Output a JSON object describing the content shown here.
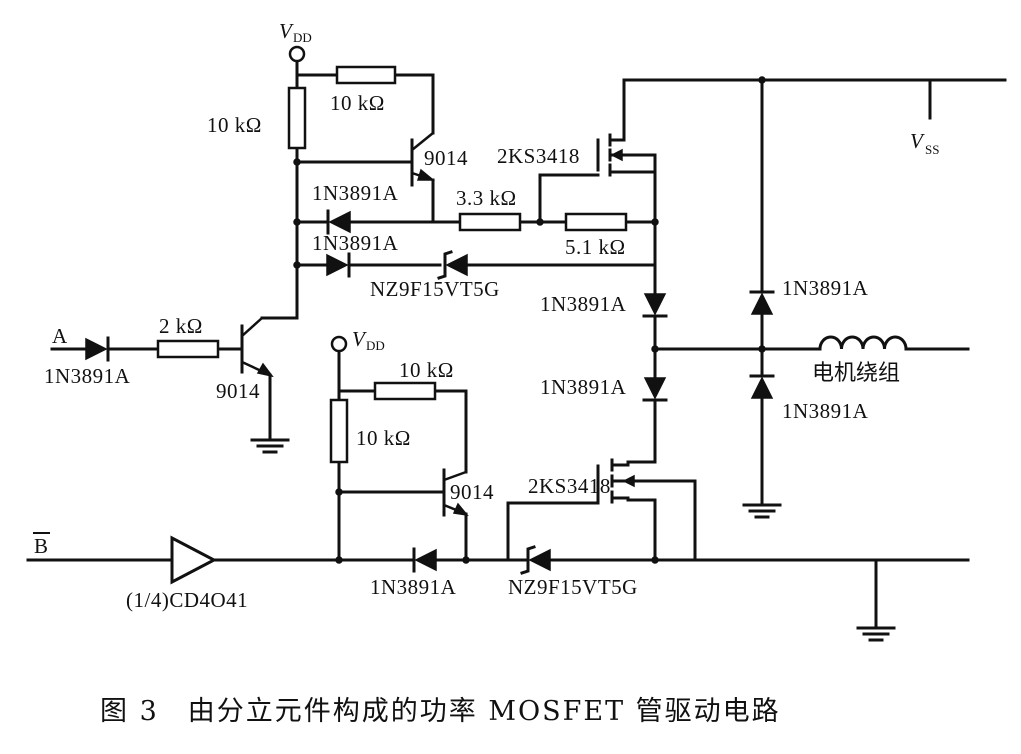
{
  "diagram": {
    "supply_top": {
      "name": "V",
      "sub": "DD"
    },
    "supply_mid": {
      "name": "V",
      "sub": "DD"
    },
    "supply_right": {
      "name": "V",
      "sub": "SS"
    },
    "input_a": "A",
    "input_b": "B",
    "resistors": {
      "r1": "10 kΩ",
      "r2": "10 kΩ",
      "r3": "3.3 kΩ",
      "r4": "5.1 kΩ",
      "r5": "2 kΩ",
      "r6": "10 kΩ",
      "r7": "10 kΩ"
    },
    "transistors": {
      "q1": "9014",
      "q2": "9014",
      "q3": "9014"
    },
    "mosfets": {
      "m1": "2KS3418",
      "m2": "2KS3418"
    },
    "diodes": {
      "d1": "1N3891A",
      "d2": "1N3891A",
      "d3": "1N3891A",
      "d4": "1N3891A",
      "d5": "1N3891A",
      "d6": "1N3891A",
      "d7": "1N3891A",
      "d8": "1N3891A"
    },
    "zeners": {
      "z1": "NZ9F15VT5G",
      "z2": "NZ9F15VT5G"
    },
    "buffer": "(1/4)CD4O41",
    "motor": "电机绕组"
  },
  "caption": "图 3　由分立元件构成的功率 MOSFET 管驱动电路"
}
